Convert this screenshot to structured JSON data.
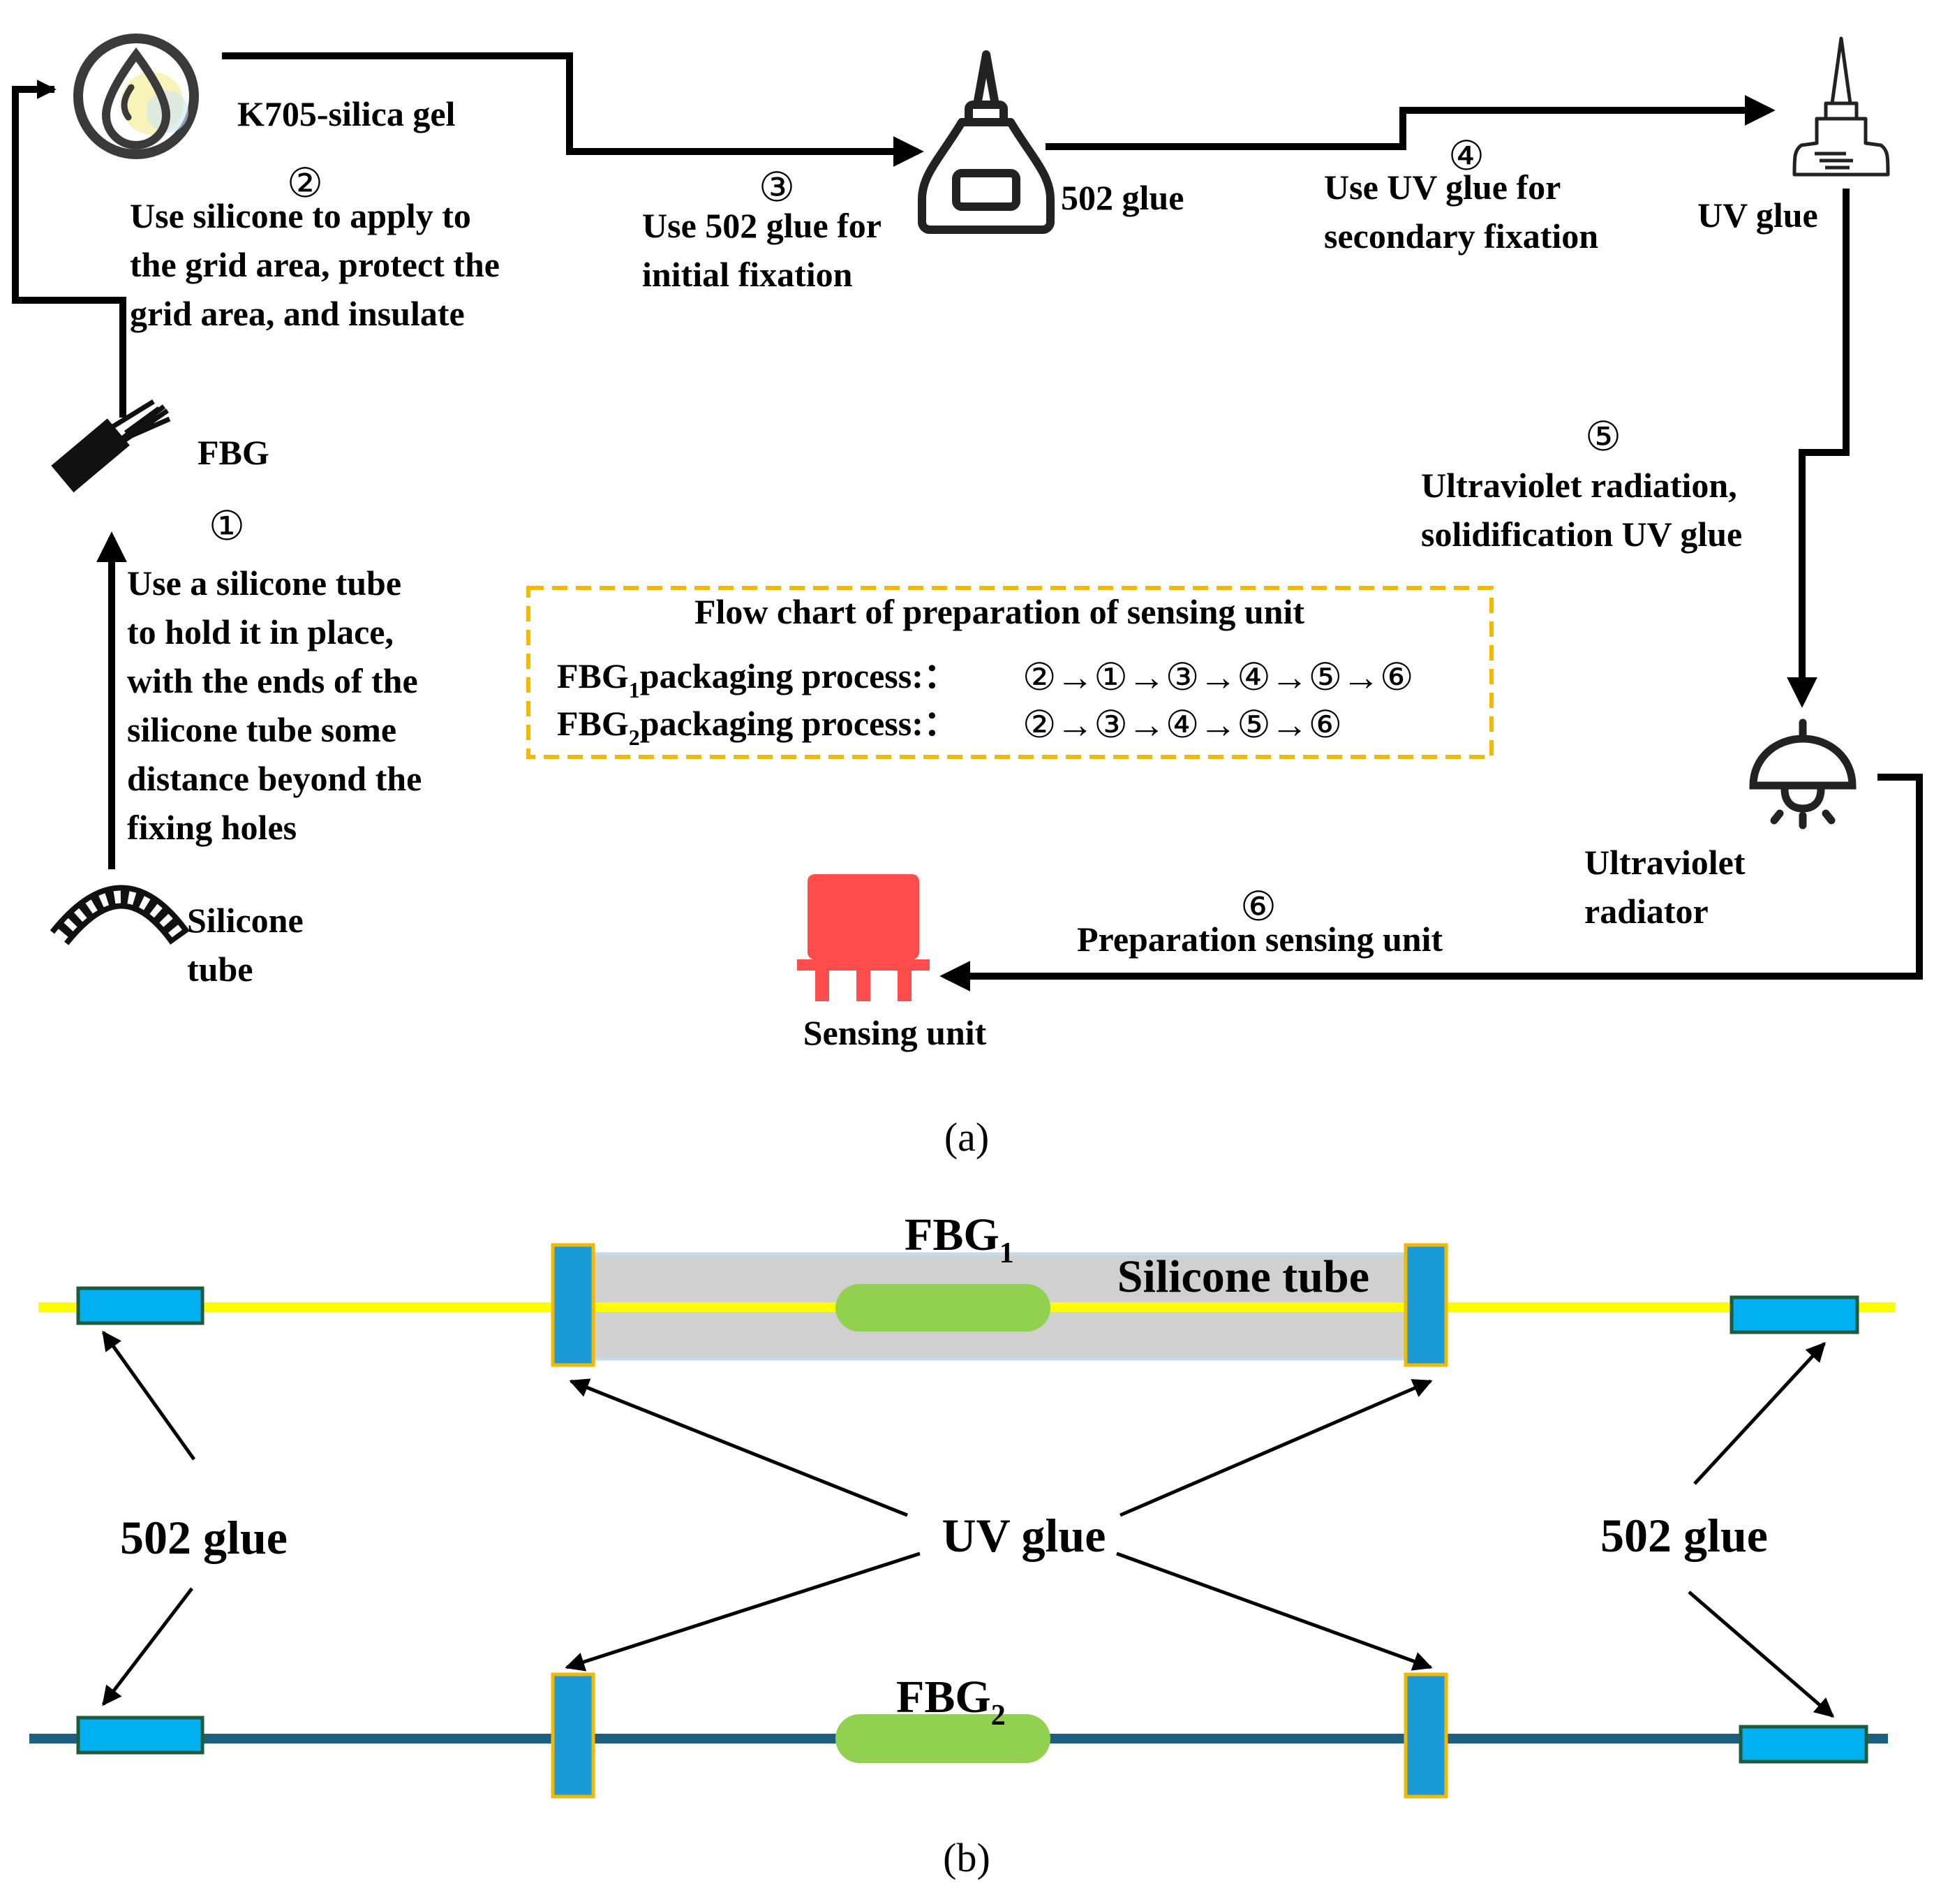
{
  "panel_a": {
    "caption": "(a)",
    "nodes": {
      "silica_gel": "K705-silica gel",
      "glue_502": "502 glue",
      "uv_glue": "UV glue",
      "fbg": "FBG",
      "silicone_tube": [
        "Silicone",
        "tube"
      ],
      "uv_radiator": [
        "Ultraviolet",
        "radiator"
      ],
      "sensing_unit": "Sensing unit"
    },
    "steps": {
      "s1": {
        "num": "①",
        "lines": [
          "Use a silicone tube",
          "to hold it in place,",
          "with the ends of the",
          "silicone tube some",
          "distance beyond the",
          "fixing holes"
        ]
      },
      "s2": {
        "num": "②",
        "lines": [
          "Use silicone to apply to",
          "the grid area, protect the",
          "grid area, and insulate"
        ]
      },
      "s3": {
        "num": "③",
        "lines": [
          "Use 502 glue for",
          "initial fixation"
        ]
      },
      "s4": {
        "num": "④",
        "lines": [
          "Use UV glue for",
          "secondary fixation"
        ]
      },
      "s5": {
        "num": "⑤",
        "lines": [
          "Ultraviolet radiation,",
          "solidification UV glue"
        ]
      },
      "s6": {
        "num": "⑥",
        "lines": [
          "Preparation sensing unit"
        ]
      }
    },
    "flowbox": {
      "title": "Flow chart of preparation of sensing unit",
      "row1": {
        "prefix": "FBG",
        "sub": "1",
        "label": "packaging process:：",
        "sequence": "②→①→③→④→⑤→⑥"
      },
      "row2": {
        "prefix": "FBG",
        "sub": "2",
        "label": "packaging process:：",
        "sequence": "②→③→④→⑤→⑥"
      }
    }
  },
  "panel_b": {
    "caption": "(b)",
    "fbg1": {
      "text": "FBG",
      "sub": "1"
    },
    "fbg2": {
      "text": "FBG",
      "sub": "2"
    },
    "silicone_tube": "Silicone tube",
    "glue_502_left": "502 glue",
    "glue_502_right": "502 glue",
    "uv_glue": "UV glue"
  },
  "colors": {
    "fiber_1": "#ffff00",
    "fiber_2": "#1d5f80",
    "clamp_502": "#00b0f0",
    "clamp_uv": "#1a9ad6",
    "clamp_uv_border": "#f5b800",
    "grating": "#92d050",
    "tube": "#d0d0d0",
    "flowbox_border": "#f5b800",
    "sensing_unit": "#ff4d4d"
  }
}
